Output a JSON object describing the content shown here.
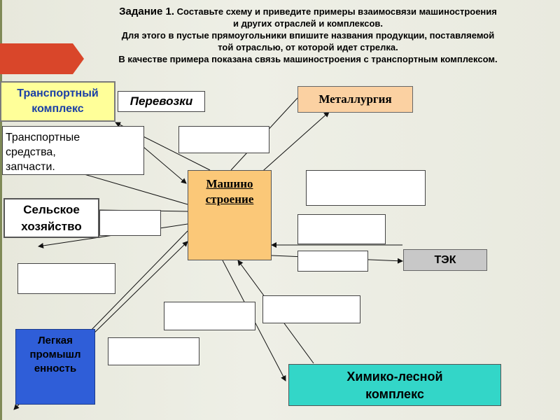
{
  "title": {
    "lead": "Задание 1.",
    "line1": "Составьте схему и приведите примеры взаимосвязи машиностроения",
    "line2": "и других отраслей и комплексов.",
    "line3": "Для этого в пустые прямоугольники впишите названия продукции, поставляемой",
    "line4": "той отраслью, от которой идет стрелка.",
    "line5": "В качестве примера показана связь машиностроения с транспортным комплексом."
  },
  "center": {
    "line1": "Машино",
    "line2": "строение"
  },
  "nodes": {
    "transport": {
      "line1": "Транспортный",
      "line2": "комплекс"
    },
    "metallurgy": "Металлургия",
    "agriculture": {
      "line1": "Сельское",
      "line2": "хозяйство"
    },
    "tek": "ТЭК",
    "light": {
      "line1": "Легкая",
      "line2": "промышл",
      "line3": "енность"
    },
    "chemical": {
      "line1": "Химико-лесной",
      "line2": "комплекс"
    }
  },
  "examples": {
    "transport_service": "Перевозки",
    "transport_products": {
      "line1": "Транспортные",
      "line2": "средства,",
      "line3": "запчасти."
    }
  },
  "colors": {
    "center_fill": "#fbc878",
    "transport_fill": "#ffff99",
    "transport_text": "#1a3fa6",
    "metallurgy_fill": "#fbd1a2",
    "tek_fill": "#c8c8c8",
    "light_fill": "#2f5ed8",
    "chemical_fill": "#33d6c8",
    "header_arrow": "#d9462a"
  }
}
